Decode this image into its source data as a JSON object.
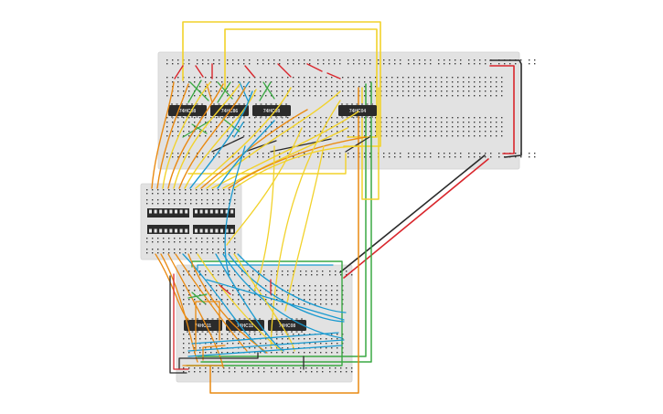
{
  "canvas": {
    "background": "#ffffff"
  },
  "colors": {
    "board": "#e2e2e2",
    "board_edge": "#d2d2d2",
    "hole": "#3a3a3a",
    "chip": "#2b2b2b",
    "chip_text": "#dddddd",
    "wire_yellow": "#f2d22a",
    "wire_orange": "#e98a12",
    "wire_green": "#3aa843",
    "wire_blue": "#1a9ad0",
    "wire_red": "#d9262c",
    "wire_black": "#2a2a2a"
  },
  "breadboards": [
    {
      "name": "top-breadboard"
    },
    {
      "name": "middle-breadboard"
    },
    {
      "name": "bottom-breadboard"
    }
  ],
  "chips": [
    {
      "id": "chip-74hc08-a",
      "label": "74HC08"
    },
    {
      "id": "chip-74hc86",
      "label": "74HC86"
    },
    {
      "id": "chip-74hc08-b",
      "label": "74HC08"
    },
    {
      "id": "chip-74hc04",
      "label": "74HC04"
    },
    {
      "id": "chip-74hc11-a",
      "label": "74HC11"
    },
    {
      "id": "chip-74hc11-b",
      "label": "74HC11"
    },
    {
      "id": "chip-74hc08-c",
      "label": "74HC08"
    }
  ],
  "dip_switches": [
    {
      "id": "dip-switch-1"
    },
    {
      "id": "dip-switch-2"
    },
    {
      "id": "dip-switch-3"
    },
    {
      "id": "dip-switch-4"
    }
  ]
}
